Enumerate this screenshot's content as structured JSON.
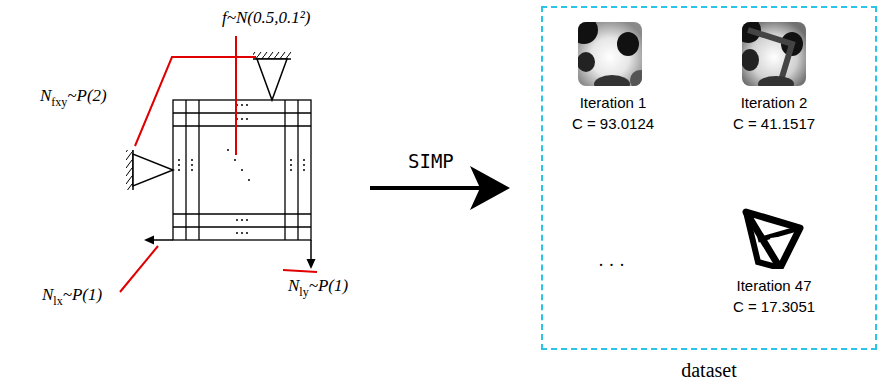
{
  "diagram": {
    "nodes": [
      {
        "text": [
          "dataset"
        ]
      },
      {
        "text": [
          "Iteration 1",
          "C = 93.0124"
        ],
        "in": 0
      },
      {
        "text": [
          "Iteration 2",
          "C = 41.1517"
        ],
        "in": 0
      },
      {
        "text": [
          "Iteration 47",
          "C = 17.3051"
        ],
        "in": 0
      }
    ],
    "labels": [
      "f~N(0.5,0.1²)",
      "N",
      "fxy",
      "~P(2)",
      "N",
      "lx",
      "~P(1)",
      "N",
      "ly",
      "~P(1)",
      "SIMP",
      "· · ·"
    ]
  }
}
